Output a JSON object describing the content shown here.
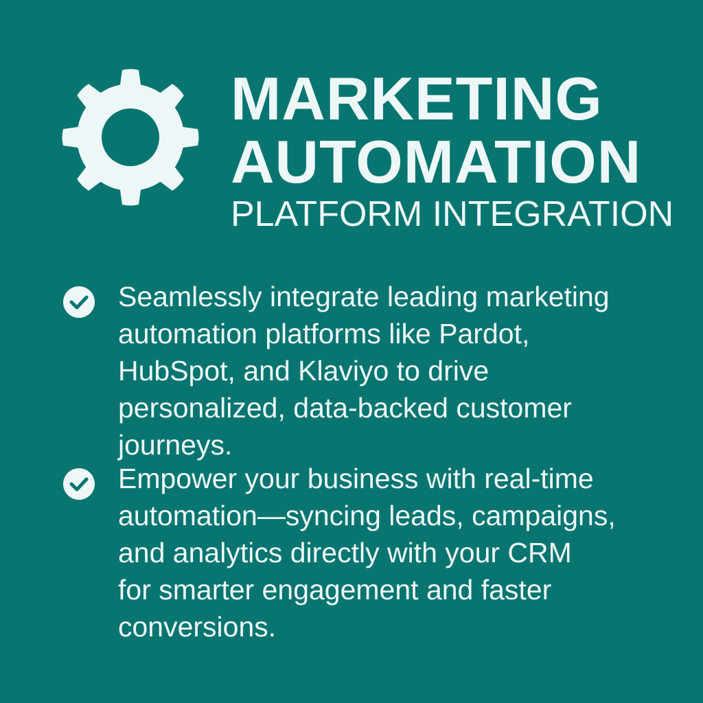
{
  "colors": {
    "background": "#087570",
    "foreground": "#eef7f8"
  },
  "header": {
    "icon": "gear-icon",
    "title_lines": [
      "MARKETING",
      "AUTOMATION"
    ],
    "subtitle": "PLATFORM INTEGRATION"
  },
  "bullets": [
    {
      "icon": "check-circle-icon",
      "lines": [
        "Seamlessly integrate leading marketing",
        "automation platforms like Pardot,",
        "HubSpot, and Klaviyo to drive",
        "personalized, data-backed customer",
        "journeys."
      ]
    },
    {
      "icon": "check-circle-icon",
      "lines": [
        "Empower your business with real-time",
        "automation—syncing leads, campaigns,",
        "and analytics directly with your CRM",
        "for smarter engagement and faster",
        "conversions."
      ]
    }
  ]
}
